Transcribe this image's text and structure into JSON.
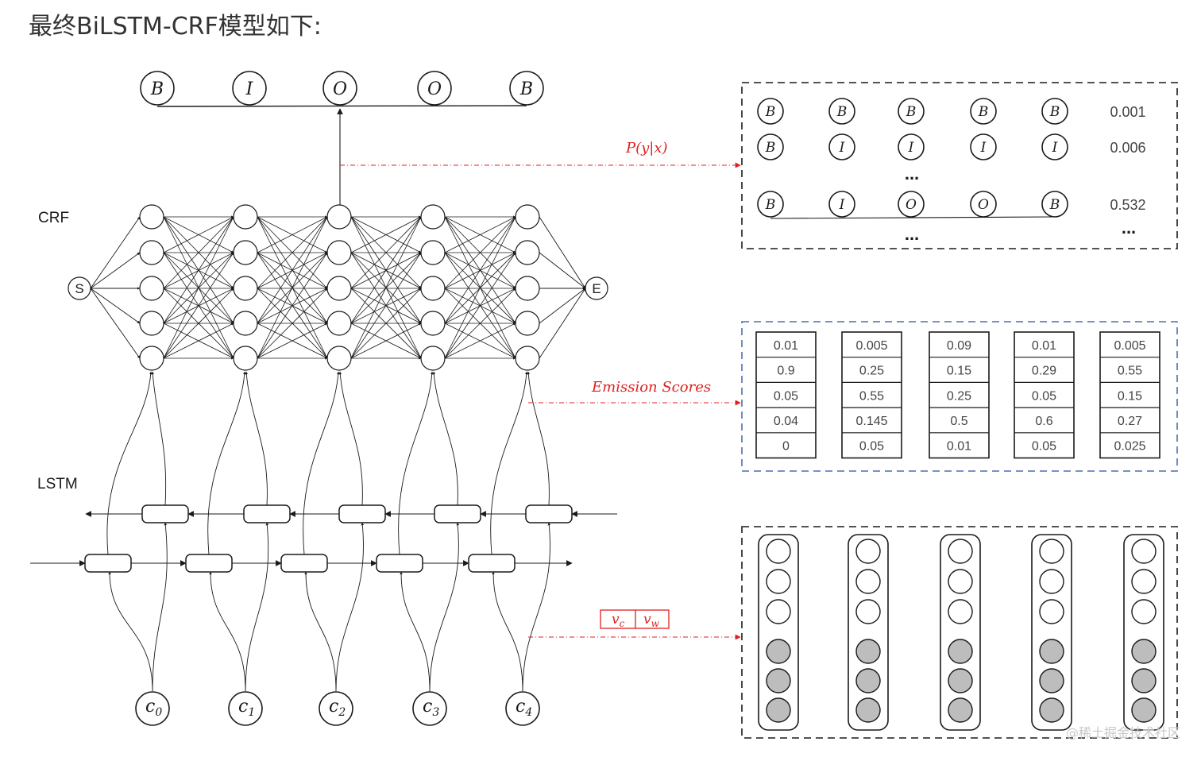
{
  "title": "最终BiLSTM-CRF模型如下:",
  "colors": {
    "ink": "#1a1a1a",
    "red": "#e02020",
    "blue": "#4a6fb0",
    "gray": "#bdbdbd"
  },
  "labels": {
    "crf": "CRF",
    "lstm": "LSTM",
    "start": "S",
    "end": "E",
    "prob": "P(y|x)",
    "emission": "Emission Scores",
    "vc": "v",
    "vc_sub": "c",
    "vw": "v",
    "vw_sub": "w",
    "ellipsis": "..."
  },
  "output_tags": [
    "B",
    "I",
    "O",
    "O",
    "B"
  ],
  "inputs": [
    {
      "base": "c",
      "sub": "0"
    },
    {
      "base": "c",
      "sub": "1"
    },
    {
      "base": "c",
      "sub": "2"
    },
    {
      "base": "c",
      "sub": "3"
    },
    {
      "base": "c",
      "sub": "4"
    }
  ],
  "paths": [
    {
      "tags": [
        "B",
        "B",
        "B",
        "B",
        "B"
      ],
      "prob": "0.001"
    },
    {
      "tags": [
        "B",
        "I",
        "I",
        "I",
        "I"
      ],
      "prob": "0.006"
    },
    {
      "tags": [
        "B",
        "I",
        "O",
        "O",
        "B"
      ],
      "prob": "0.532"
    }
  ],
  "emission_scores": [
    [
      "0.01",
      "0.9",
      "0.05",
      "0.04",
      "0"
    ],
    [
      "0.005",
      "0.25",
      "0.55",
      "0.145",
      "0.05"
    ],
    [
      "0.09",
      "0.15",
      "0.25",
      "0.5",
      "0.01"
    ],
    [
      "0.01",
      "0.29",
      "0.05",
      "0.6",
      "0.05"
    ],
    [
      "0.005",
      "0.55",
      "0.15",
      "0.27",
      "0.025"
    ]
  ],
  "embedding": {
    "empty_units": 3,
    "filled_units": 3
  },
  "watermark": "@稀土掘金技术社区"
}
